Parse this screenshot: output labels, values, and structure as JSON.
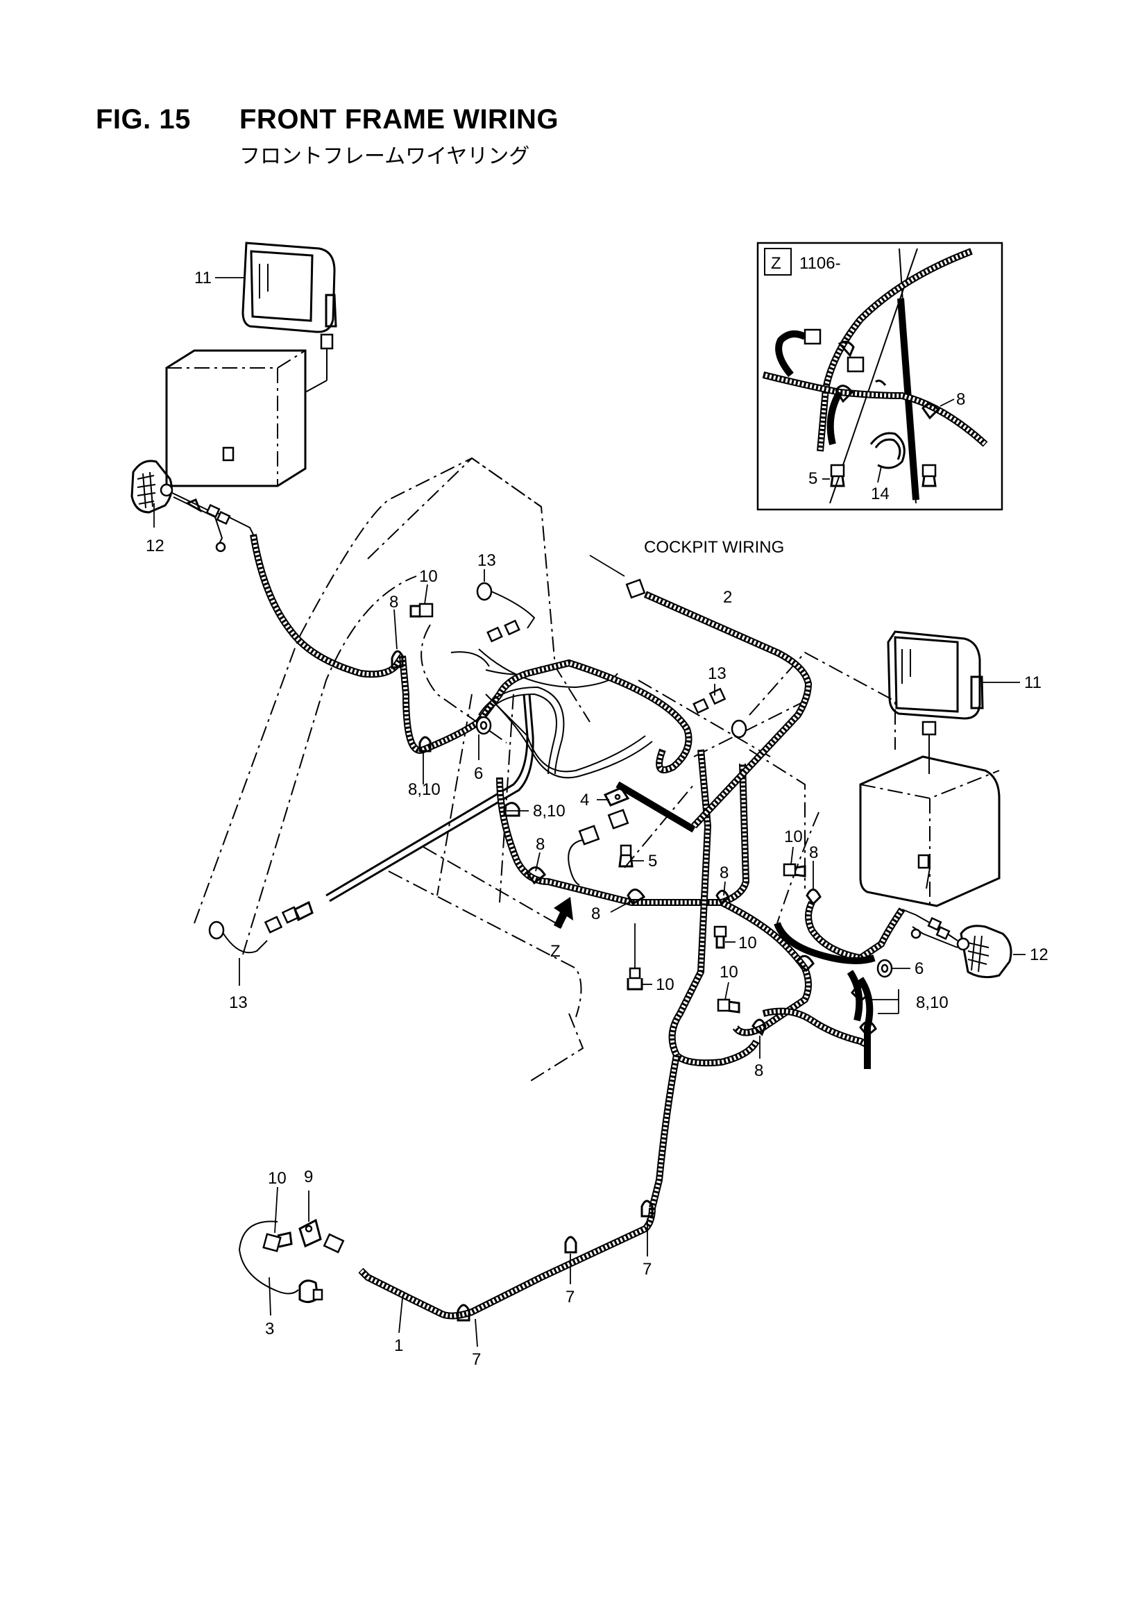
{
  "figure": {
    "number": "FIG. 15",
    "title": "FRONT FRAME WIRING",
    "subtitle_jp": "フロントフレームワイヤリング"
  },
  "inset": {
    "letter": "Z",
    "serial": "1106-",
    "callouts": [
      "8",
      "5",
      "14"
    ]
  },
  "labels": {
    "cockpit": "COCKPIT WIRING",
    "view_arrow": "Z"
  },
  "callouts": [
    {
      "id": "lamp-left-11",
      "text": "11"
    },
    {
      "id": "lamp-left-12",
      "text": "12"
    },
    {
      "id": "c-10-a",
      "text": "10"
    },
    {
      "id": "c-13-a",
      "text": "13"
    },
    {
      "id": "c-8-a",
      "text": "8"
    },
    {
      "id": "c-6-a",
      "text": "6"
    },
    {
      "id": "c-810-a",
      "text": "8,10"
    },
    {
      "id": "c-810-b",
      "text": "8,10"
    },
    {
      "id": "c-4",
      "text": "4"
    },
    {
      "id": "c-8-b",
      "text": "8"
    },
    {
      "id": "c-5",
      "text": "5"
    },
    {
      "id": "c-8-c",
      "text": "8"
    },
    {
      "id": "c-2",
      "text": "2"
    },
    {
      "id": "c-13-b",
      "text": "13"
    },
    {
      "id": "lamp-right-11",
      "text": "11"
    },
    {
      "id": "c-10-b",
      "text": "10"
    },
    {
      "id": "c-8-d",
      "text": "8"
    },
    {
      "id": "c-8-e",
      "text": "8"
    },
    {
      "id": "c-10-c",
      "text": "10"
    },
    {
      "id": "c-10-d",
      "text": "10"
    },
    {
      "id": "c-10-e",
      "text": "10"
    },
    {
      "id": "c-6-b",
      "text": "6"
    },
    {
      "id": "lamp-right-12",
      "text": "12"
    },
    {
      "id": "c-810-c",
      "text": "8,10"
    },
    {
      "id": "c-8-f",
      "text": "8"
    },
    {
      "id": "c-13-c",
      "text": "13"
    },
    {
      "id": "c-10-f",
      "text": "10"
    },
    {
      "id": "c-9",
      "text": "9"
    },
    {
      "id": "c-3",
      "text": "3"
    },
    {
      "id": "c-1",
      "text": "1"
    },
    {
      "id": "c-7-a",
      "text": "7"
    },
    {
      "id": "c-7-b",
      "text": "7"
    },
    {
      "id": "c-7-c",
      "text": "7"
    }
  ]
}
